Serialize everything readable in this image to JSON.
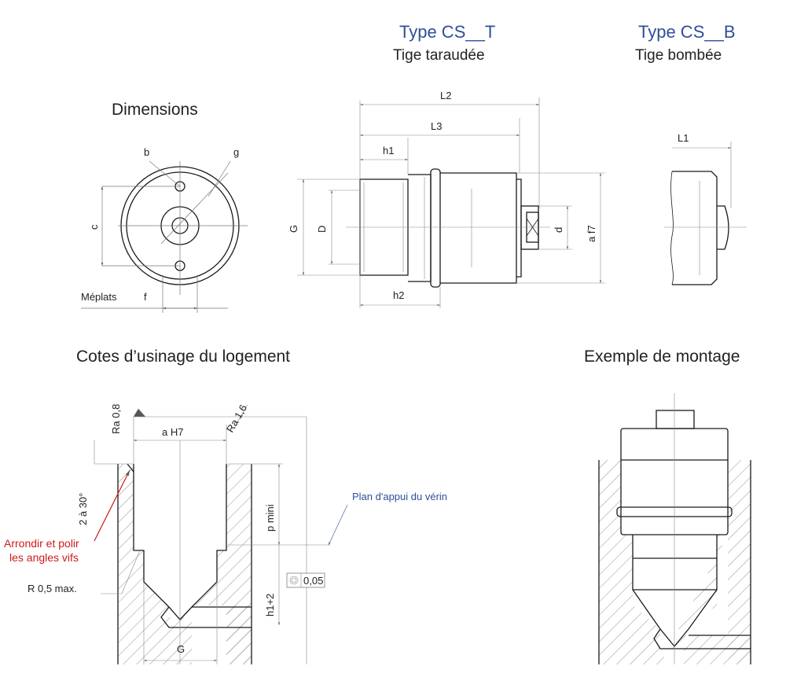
{
  "headers": {
    "type_t": "Type CS__T",
    "type_t_sub": "Tige taraudée",
    "type_b": "Type CS__B",
    "type_b_sub": "Tige bombée"
  },
  "sections": {
    "dimensions": "Dimensions",
    "cotes": "Cotes d’usinage du logement",
    "montage": "Exemple de montage"
  },
  "dimensions_view": {
    "b": "b",
    "g": "g",
    "c": "c",
    "meplats": "Méplats",
    "f": "f"
  },
  "side_view": {
    "L2": "L2",
    "L3": "L3",
    "h1": "h1",
    "h2": "h2",
    "G": "G",
    "D": "D",
    "d": "d",
    "af7": "a f7",
    "L1": "L1"
  },
  "cotes_view": {
    "ra08": "Ra 0,8",
    "ra16": "Ra 1,6",
    "aH7": "a H7",
    "angle": "2 à 30°",
    "pmini": "p mini",
    "plan": "Plan d'appui du vérin",
    "arrondir_1": "Arrondir et polir",
    "arrondir_2": "les angles vifs",
    "radius": "R  0,5 max.",
    "h1p2": "h1+2",
    "tolerance": "0,05",
    "G": "G"
  },
  "colors": {
    "blue": "#2f4f9a",
    "red": "#d01919",
    "line": "#1a1a1a",
    "thin": "#666666"
  }
}
